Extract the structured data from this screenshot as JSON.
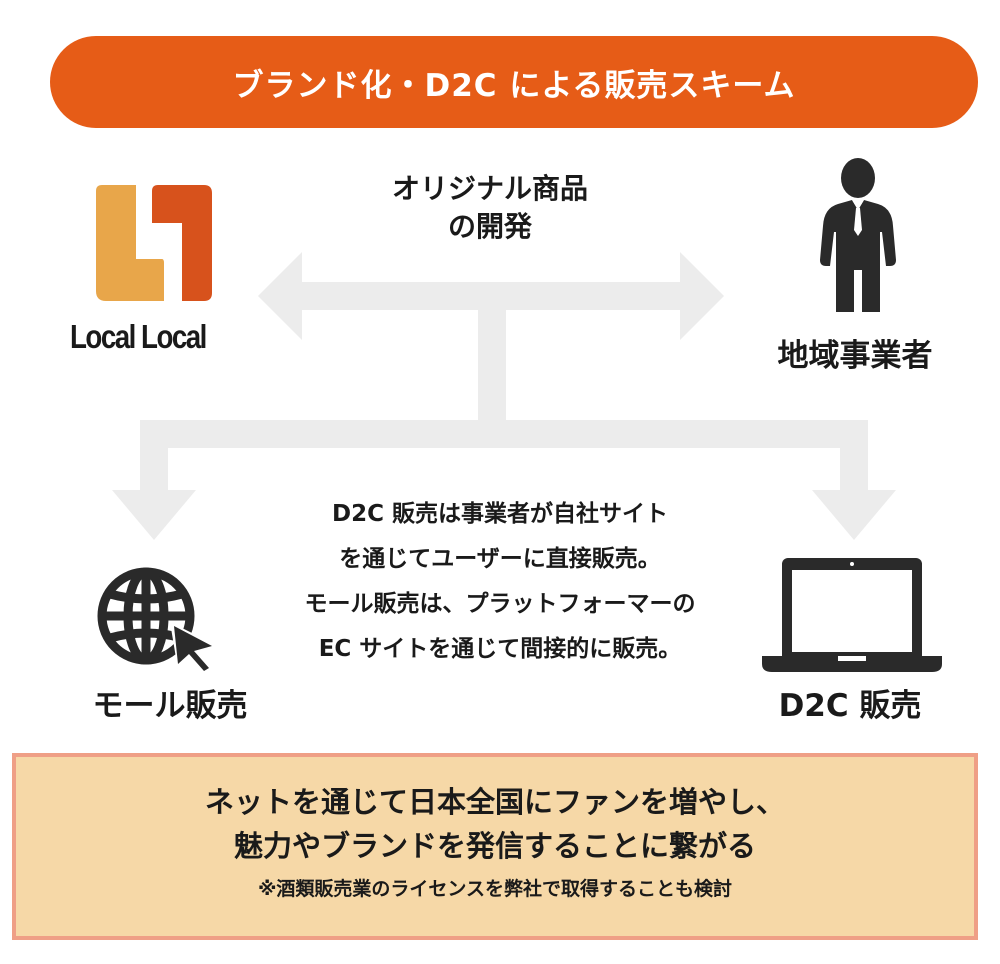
{
  "colors": {
    "banner": "#e65c17",
    "arrow": "#ececec",
    "logo_left": "#e8a64a",
    "logo_right": "#d7521c",
    "box_fill": "#f6d8a7",
    "box_border": "#ef9f86",
    "icon_dark": "#2a2a2a"
  },
  "banner": {
    "title": "ブランド化・D2C による販売スキーム"
  },
  "center": {
    "line1": "オリジナル商品",
    "line2": "の開発"
  },
  "logo": {
    "text": "Local Local"
  },
  "partner": {
    "label": "地域事業者",
    "icon": "businessman-icon"
  },
  "mall": {
    "label": "モール販売",
    "icon": "globe-cursor-icon"
  },
  "d2c": {
    "label": "D2C 販売",
    "icon": "laptop-icon"
  },
  "explanation": {
    "line1": "D2C 販売は事業者が自社サイト",
    "line2": "を通じてユーザーに直接販売。",
    "line3": "モール販売は、プラットフォーマーの",
    "line4": "EC サイトを通じて間接的に販売。"
  },
  "summary": {
    "line1": "ネットを通じて日本全国にファンを増やし、",
    "line2": "魅力やブランドを発信することに繋がる",
    "note": "※酒類販売業のライセンスを弊社で取得することも検討"
  }
}
